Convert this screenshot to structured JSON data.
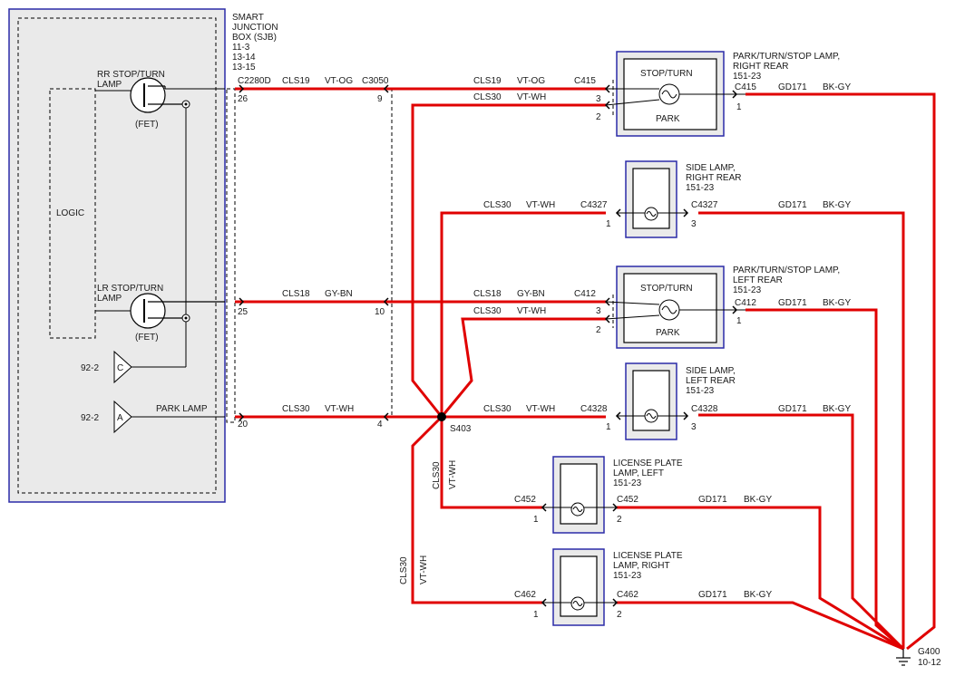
{
  "sjb": {
    "title": [
      "SMART",
      "JUNCTION",
      "BOX (SJB)",
      "11-3",
      "13-14",
      "13-15"
    ],
    "rr_label": [
      "RR STOP/TURN",
      "LAMP"
    ],
    "lr_label": [
      "LR STOP/TURN",
      "LAMP"
    ],
    "fet": "(FET)",
    "logic": "LOGIC",
    "ref_c": "92-2",
    "ref_a": "92-2",
    "conn_c": "C",
    "conn_a": "A",
    "park_lamp": "PARK LAMP",
    "pins": {
      "p26": "26",
      "p25": "25",
      "p20": "20"
    },
    "connector": "C2280D"
  },
  "inline_connector": {
    "name": "C3050",
    "pins": {
      "p9": "9",
      "p10": "10",
      "p4": "4"
    }
  },
  "wires": {
    "cls19": "CLS19",
    "vt_og": "VT-OG",
    "cls18": "CLS18",
    "gy_bn": "GY-BN",
    "cls30": "CLS30",
    "vt_wh": "VT-WH",
    "gd171": "GD171",
    "bk_gy": "BK-GY"
  },
  "splice": "S403",
  "rr_lamp": {
    "title": [
      "PARK/TURN/STOP LAMP,",
      "RIGHT REAR",
      "151-23"
    ],
    "stop_turn": "STOP/TURN",
    "park": "PARK",
    "conn_in": "C415",
    "conn_out": "C415",
    "pins": {
      "p3": "3",
      "p2": "2",
      "p1": "1"
    }
  },
  "rr_side": {
    "title": [
      "SIDE LAMP,",
      "RIGHT REAR",
      "151-23"
    ],
    "conn_in": "C4327",
    "conn_out": "C4327",
    "pins": {
      "p1": "1",
      "p3": "3"
    }
  },
  "lr_lamp": {
    "title": [
      "PARK/TURN/STOP LAMP,",
      "LEFT REAR",
      "151-23"
    ],
    "stop_turn": "STOP/TURN",
    "park": "PARK",
    "conn_in": "C412",
    "conn_out": "C412",
    "pins": {
      "p3": "3",
      "p2": "2",
      "p1": "1"
    }
  },
  "lr_side": {
    "title": [
      "SIDE LAMP,",
      "LEFT REAR",
      "151-23"
    ],
    "conn_in": "C4328",
    "conn_out": "C4328",
    "pins": {
      "p1": "1",
      "p3": "3"
    }
  },
  "lic_left": {
    "title": [
      "LICENSE PLATE",
      "LAMP, LEFT",
      "151-23"
    ],
    "conn_in": "C452",
    "conn_out": "C452",
    "pins": {
      "p1": "1",
      "p2": "2"
    }
  },
  "lic_right": {
    "title": [
      "LICENSE PLATE",
      "LAMP, RIGHT",
      "151-23"
    ],
    "conn_in": "C462",
    "conn_out": "C462",
    "pins": {
      "p1": "1",
      "p2": "2"
    }
  },
  "ground": {
    "name": "G400",
    "ref": "10-12"
  },
  "colors": {
    "wire": "#e00000",
    "frame": "#2b2ba8",
    "fill": "#eaeaea"
  }
}
